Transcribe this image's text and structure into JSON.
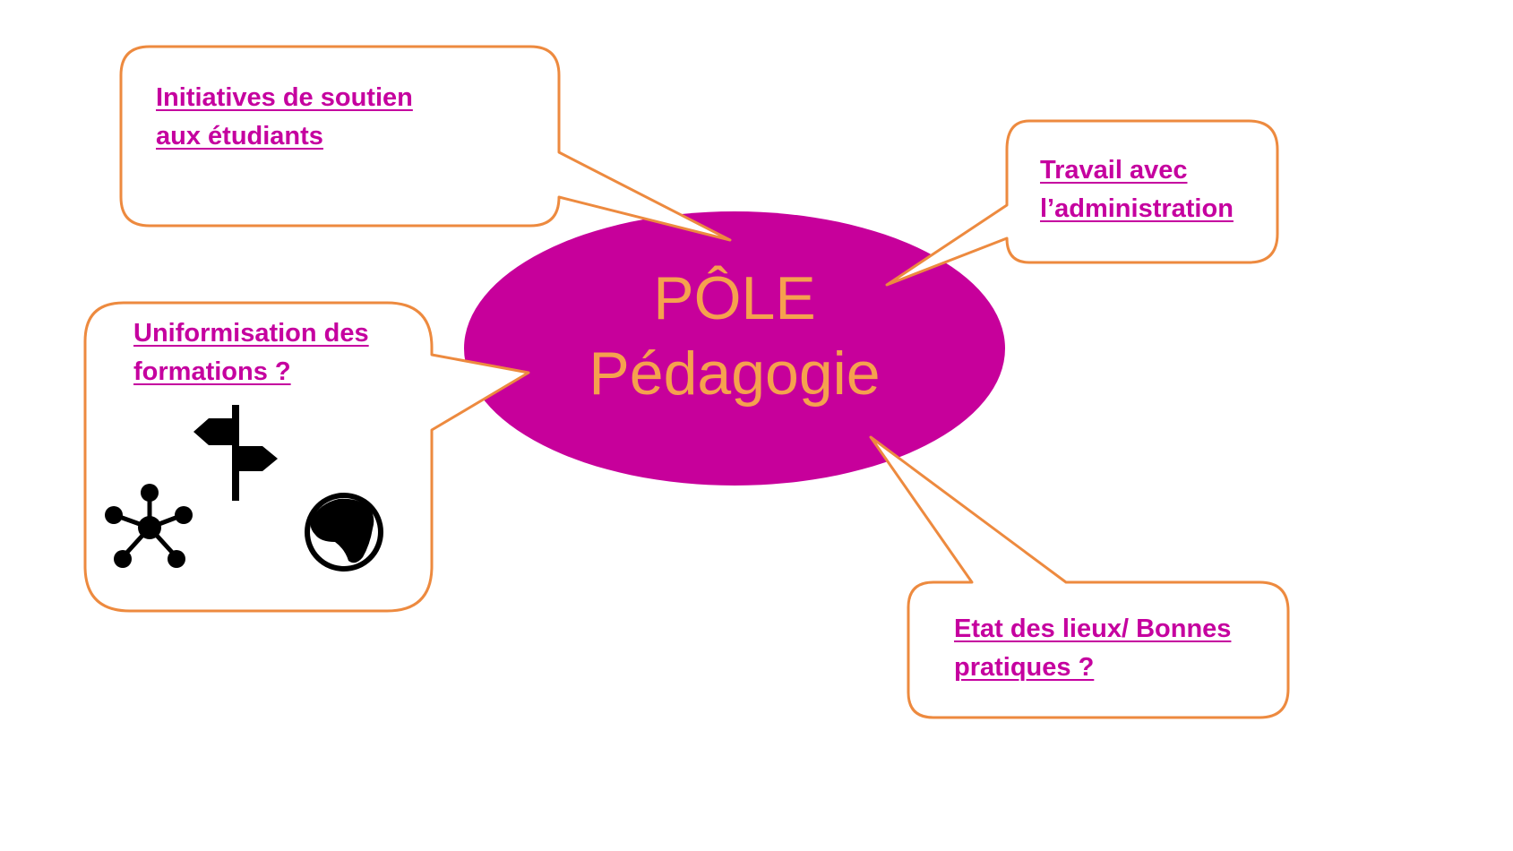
{
  "colors": {
    "ellipse_fill": "#C7009B",
    "border": "#ED8A3F",
    "center_text": "#F5A14E",
    "link_text": "#C5009F",
    "icon": "#000000",
    "background": "#FFFFFF"
  },
  "center": {
    "line1": "PÔLE",
    "line2": "Pédagogie"
  },
  "callouts": [
    {
      "id": "initiatives",
      "lines": [
        "Initiatives de soutien",
        "aux étudiants"
      ]
    },
    {
      "id": "administration",
      "lines": [
        "Travail avec",
        "l’administration"
      ]
    },
    {
      "id": "uniformisation",
      "lines": [
        "Uniformisation des",
        "formations ?"
      ]
    },
    {
      "id": "etat",
      "lines": [
        "Etat des lieux/ Bonnes",
        "pratiques ?"
      ]
    }
  ],
  "icons": [
    "signpost-icon",
    "network-icon",
    "globe-icon"
  ]
}
